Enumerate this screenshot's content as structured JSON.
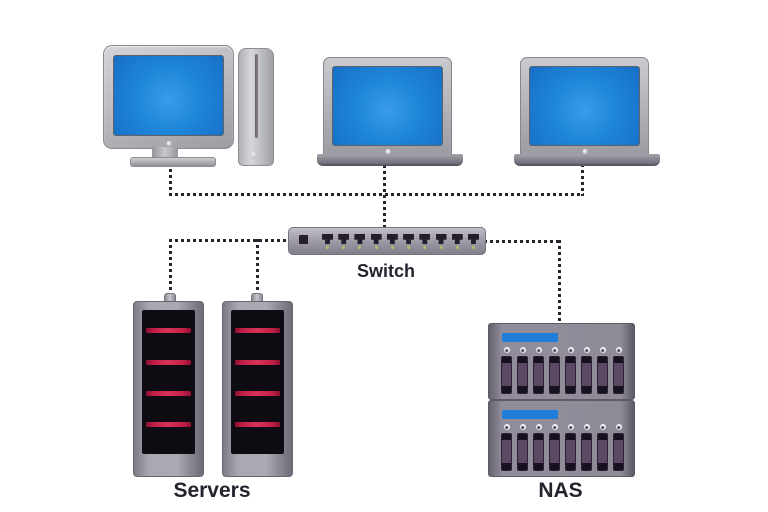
{
  "diagram": {
    "type": "network-topology",
    "labels": {
      "switch": "Switch",
      "servers": "Servers",
      "nas": "NAS"
    },
    "nodes": [
      {
        "id": "desktop",
        "icon": "desktop-computer-icon"
      },
      {
        "id": "laptop-1",
        "icon": "laptop-icon"
      },
      {
        "id": "laptop-2",
        "icon": "laptop-icon"
      },
      {
        "id": "switch",
        "icon": "network-switch-icon",
        "label": "Switch",
        "ports": 10,
        "leds": 10
      },
      {
        "id": "server-1",
        "icon": "server-tower-icon",
        "red_stripes": 4
      },
      {
        "id": "server-2",
        "icon": "server-tower-icon",
        "red_stripes": 4
      },
      {
        "id": "nas",
        "icon": "nas-array-icon",
        "units": 2,
        "bays_per_unit": 8
      }
    ],
    "edges": [
      {
        "from": "desktop",
        "to": "switch",
        "style": "dotted-chain"
      },
      {
        "from": "laptop-1",
        "to": "switch",
        "style": "dotted-chain"
      },
      {
        "from": "laptop-2",
        "to": "switch",
        "style": "dotted-chain"
      },
      {
        "from": "server-1",
        "to": "switch",
        "style": "dotted-chain"
      },
      {
        "from": "server-2",
        "to": "switch",
        "style": "dotted-chain"
      },
      {
        "from": "nas",
        "to": "switch",
        "style": "dotted-chain"
      }
    ],
    "colors": {
      "screen_blue": "#1e86d8",
      "screen_blue_light": "#3a9cea",
      "chassis_gray": "#a8a6ae",
      "panel_black": "#0f0b12",
      "stripe_red": "#c22048",
      "led_green": "#a8c964",
      "nas_blue_bar": "#1f7fdb",
      "bay_purple": "#5b4862",
      "line_dark": "#26242c",
      "label_dark": "#26222e",
      "background": "#ffffff"
    }
  }
}
